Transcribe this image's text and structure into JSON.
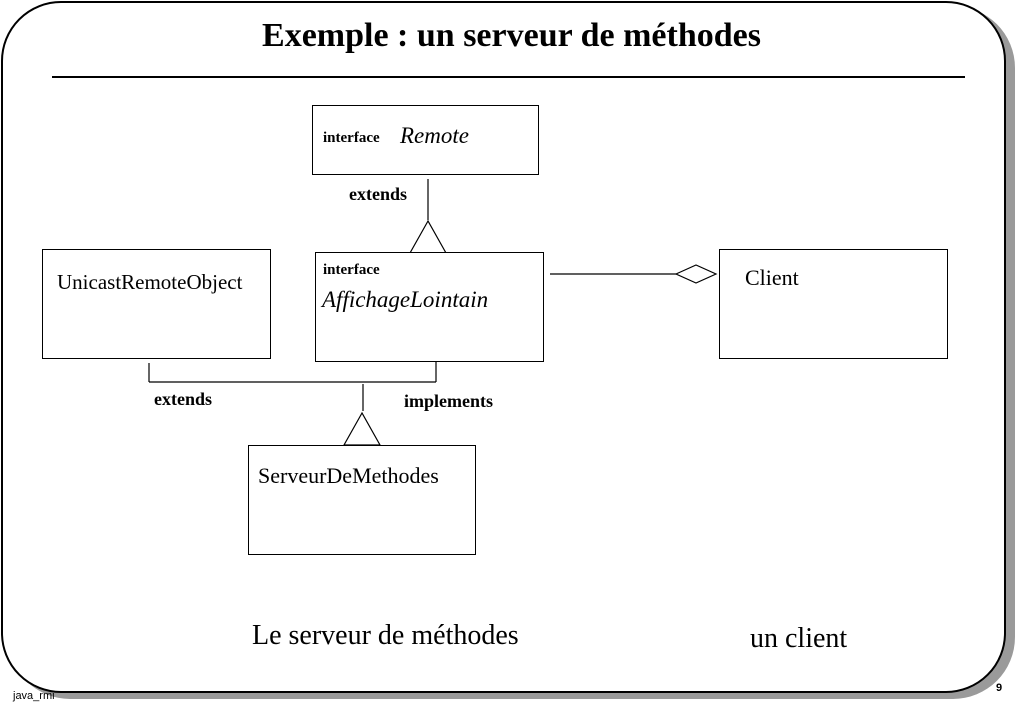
{
  "title": "Exemple : un serveur de méthodes",
  "diagram": {
    "remote": {
      "stereotype": "interface",
      "name": "Remote"
    },
    "affichage": {
      "stereotype": "interface",
      "name": "AffichageLointain"
    },
    "unicast": {
      "name": "UnicastRemoteObject"
    },
    "client": {
      "name": "Client"
    },
    "serveur": {
      "name": "ServeurDeMethodes"
    },
    "edges": {
      "extends_top": "extends",
      "extends_bottom": "extends",
      "implements": "implements"
    }
  },
  "captions": {
    "server": "Le serveur de méthodes",
    "client": "un client"
  },
  "footer": {
    "left": "java_rmi",
    "page": "9"
  }
}
